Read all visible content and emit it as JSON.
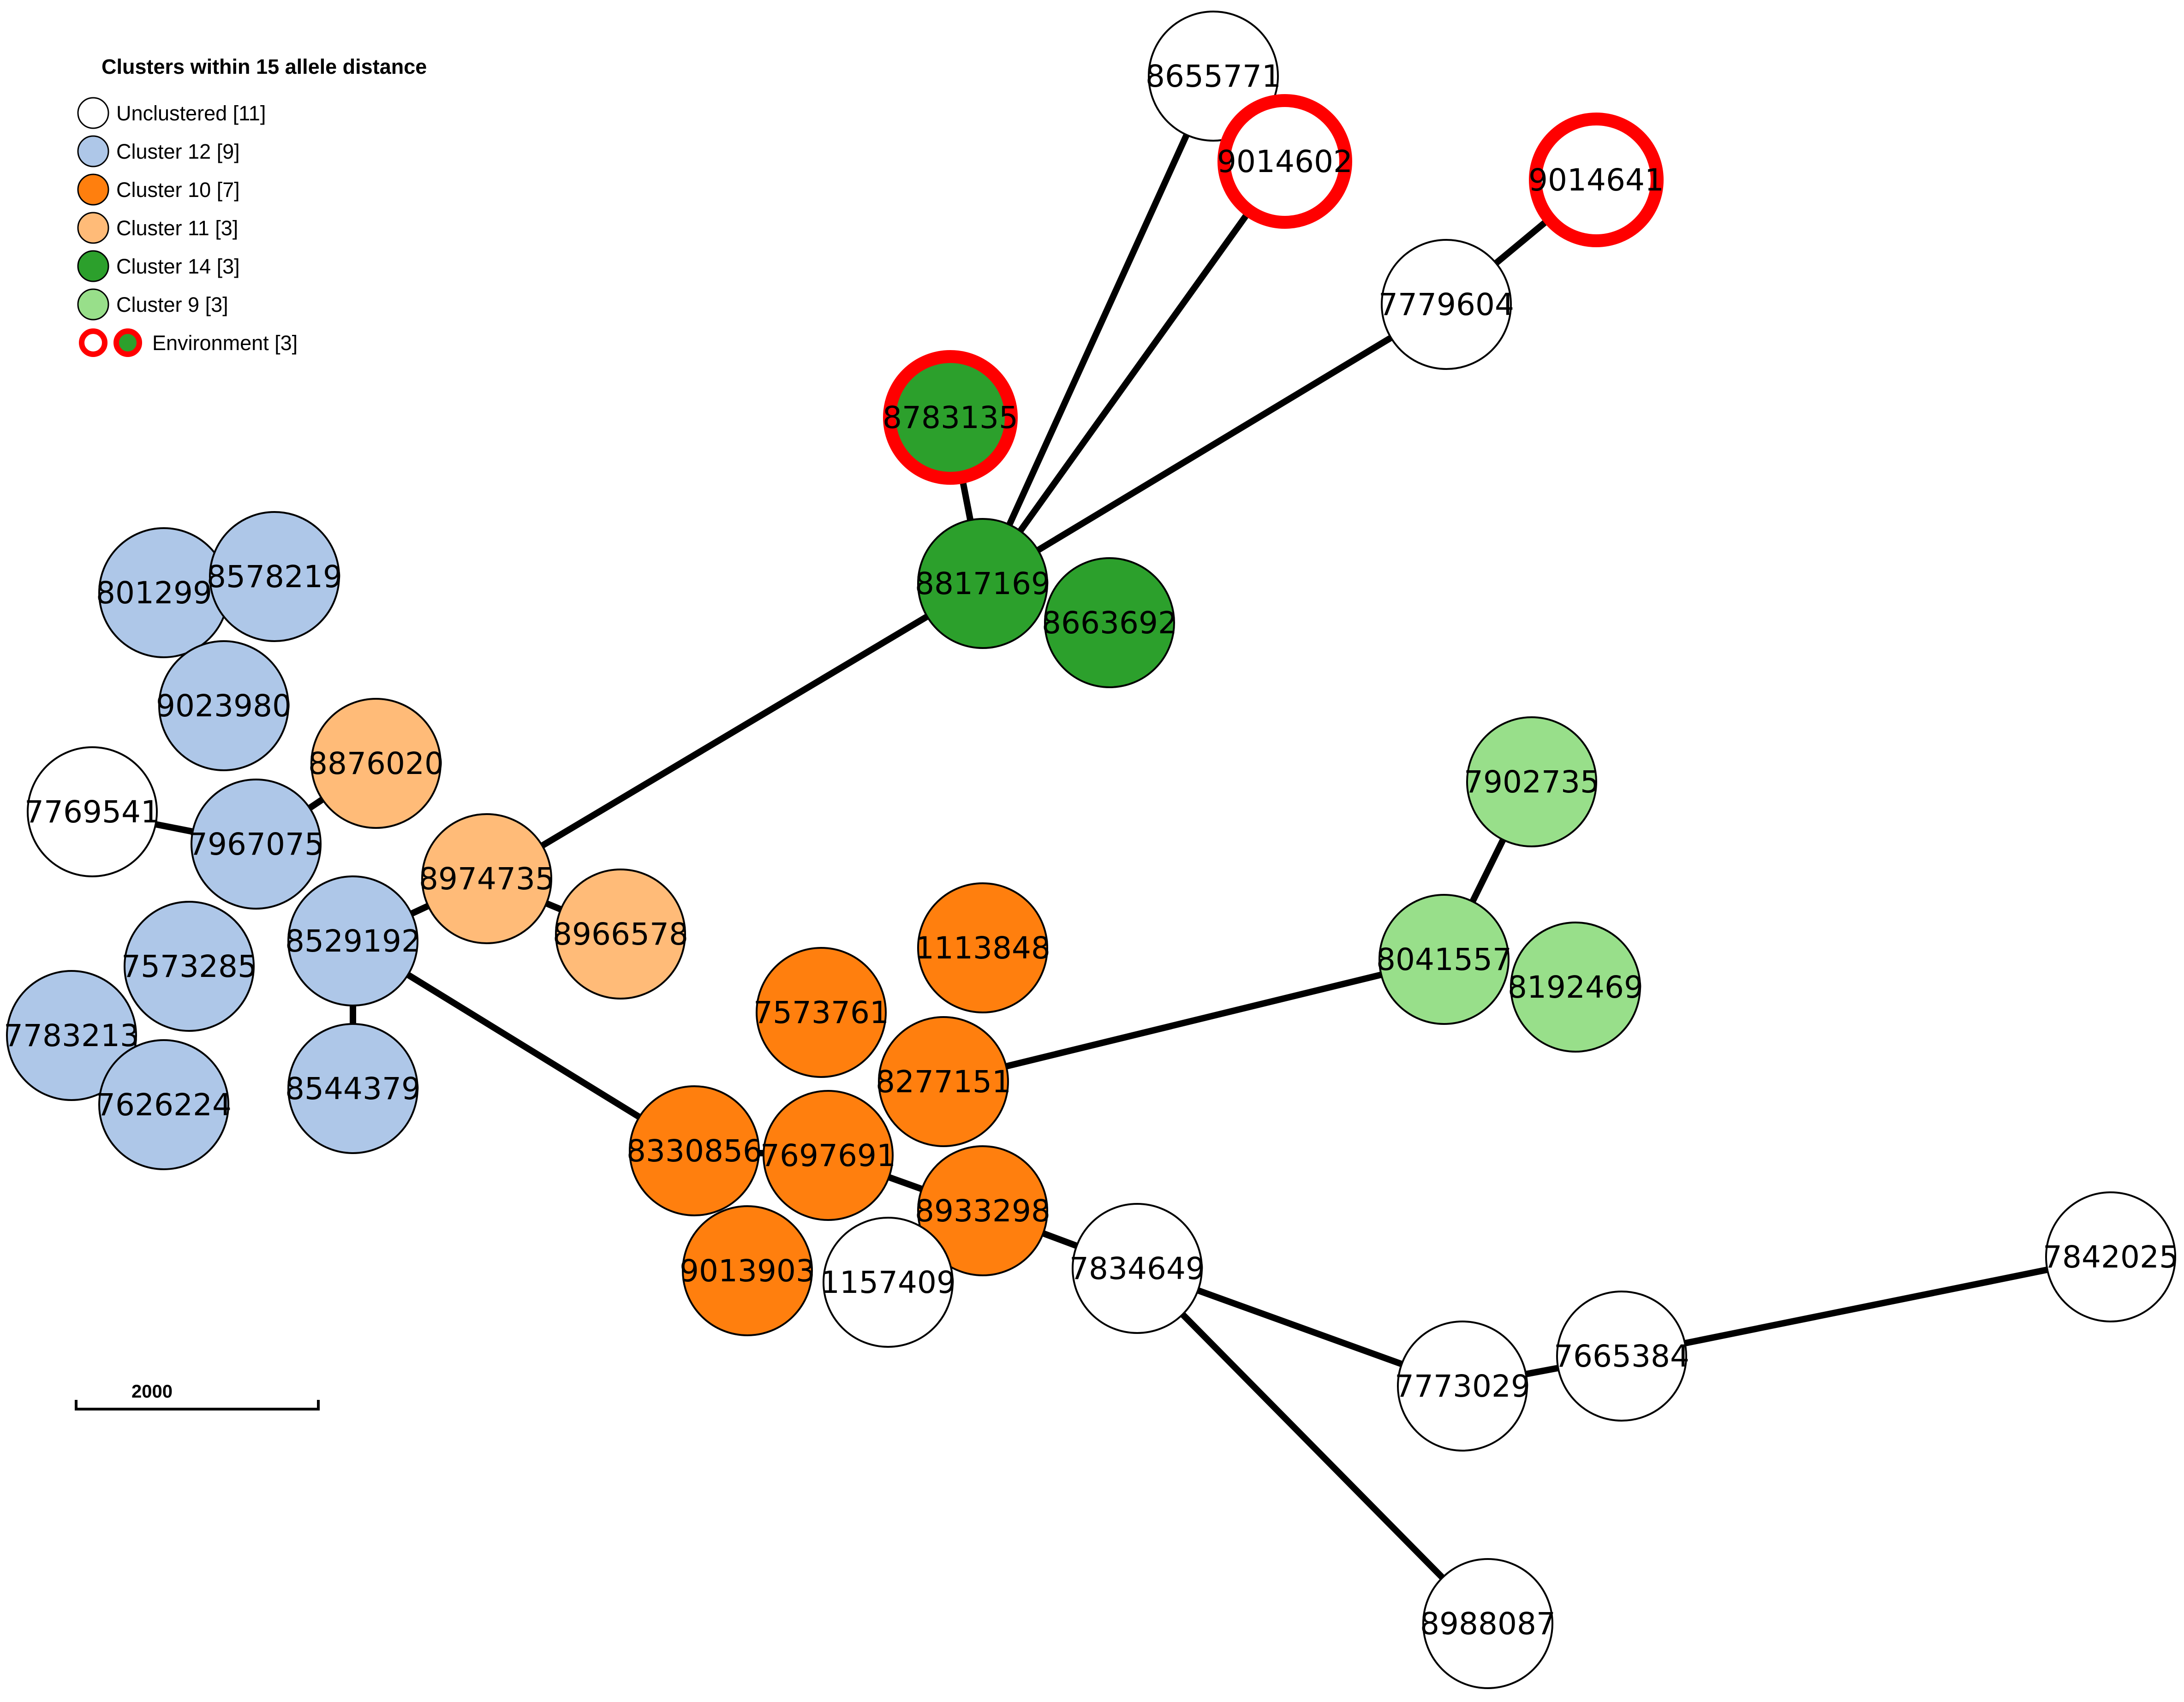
{
  "colors": {
    "unclustered": "#ffffff",
    "cluster12": "#aec7e8",
    "cluster10": "#ff7f0e",
    "cluster11": "#ffbb78",
    "cluster14": "#2ca02c",
    "cluster9": "#98df8a",
    "environment_ring": "#ff0000"
  },
  "legend": {
    "title": "Clusters within 15 allele distance",
    "items": [
      {
        "label": "Unclustered",
        "count": "[11]",
        "color": "unclustered"
      },
      {
        "label": "Cluster 12",
        "count": "[9]",
        "color": "cluster12"
      },
      {
        "label": "Cluster 10",
        "count": "[7]",
        "color": "cluster10"
      },
      {
        "label": "Cluster 11",
        "count": "[3]",
        "color": "cluster11"
      },
      {
        "label": "Cluster 14",
        "count": "[3]",
        "color": "cluster14"
      },
      {
        "label": "Cluster 9",
        "count": "[3]",
        "color": "cluster9"
      },
      {
        "label": "Environment",
        "count": "[3]",
        "color": "environment"
      }
    ]
  },
  "scale_bar": {
    "label": "2000"
  },
  "nodes": [
    {
      "id": "8655771",
      "group": "unclustered",
      "env": false
    },
    {
      "id": "9014602",
      "group": "unclustered",
      "env": true
    },
    {
      "id": "9014641",
      "group": "unclustered",
      "env": true
    },
    {
      "id": "7779604",
      "group": "unclustered",
      "env": false
    },
    {
      "id": "8783135",
      "group": "cluster14",
      "env": true
    },
    {
      "id": "8817169",
      "group": "cluster14",
      "env": false
    },
    {
      "id": "8663692",
      "group": "cluster14",
      "env": false
    },
    {
      "id": "8012996",
      "group": "cluster12",
      "env": false
    },
    {
      "id": "8578219",
      "group": "cluster12",
      "env": false
    },
    {
      "id": "9023980",
      "group": "cluster12",
      "env": false
    },
    {
      "id": "8876020",
      "group": "cluster11",
      "env": false
    },
    {
      "id": "7769541",
      "group": "unclustered",
      "env": false
    },
    {
      "id": "7967075",
      "group": "cluster12",
      "env": false
    },
    {
      "id": "8974735",
      "group": "cluster11",
      "env": false
    },
    {
      "id": "8966578",
      "group": "cluster11",
      "env": false
    },
    {
      "id": "8529192",
      "group": "cluster12",
      "env": false
    },
    {
      "id": "7573285",
      "group": "cluster12",
      "env": false
    },
    {
      "id": "7783213",
      "group": "cluster12",
      "env": false
    },
    {
      "id": "7626224",
      "group": "cluster12",
      "env": false
    },
    {
      "id": "8544379",
      "group": "cluster12",
      "env": false
    },
    {
      "id": "7902735",
      "group": "cluster9",
      "env": false
    },
    {
      "id": "8041557",
      "group": "cluster9",
      "env": false
    },
    {
      "id": "8192469",
      "group": "cluster9",
      "env": false
    },
    {
      "id": "1113848",
      "group": "cluster10",
      "env": false
    },
    {
      "id": "7573761",
      "group": "cluster10",
      "env": false
    },
    {
      "id": "8277151",
      "group": "cluster10",
      "env": false
    },
    {
      "id": "8330856",
      "group": "cluster10",
      "env": false
    },
    {
      "id": "7697691",
      "group": "cluster10",
      "env": false
    },
    {
      "id": "8933298",
      "group": "cluster10",
      "env": false
    },
    {
      "id": "9013903",
      "group": "cluster10",
      "env": false
    },
    {
      "id": "1157409",
      "group": "unclustered",
      "env": false
    },
    {
      "id": "7834649",
      "group": "unclustered",
      "env": false
    },
    {
      "id": "7773029",
      "group": "unclustered",
      "env": false
    },
    {
      "id": "7665384",
      "group": "unclustered",
      "env": false
    },
    {
      "id": "7842025",
      "group": "unclustered",
      "env": false
    },
    {
      "id": "8988087",
      "group": "unclustered",
      "env": false
    }
  ],
  "edges": [
    [
      "8817169",
      "8655771"
    ],
    [
      "8817169",
      "9014602"
    ],
    [
      "8817169",
      "7779604"
    ],
    [
      "7779604",
      "9014641"
    ],
    [
      "8817169",
      "8783135"
    ],
    [
      "8817169",
      "8974735"
    ],
    [
      "8974735",
      "8529192"
    ],
    [
      "8974735",
      "8966578"
    ],
    [
      "7967075",
      "7769541"
    ],
    [
      "7967075",
      "8876020"
    ],
    [
      "8529192",
      "8544379"
    ],
    [
      "8529192",
      "8330856"
    ],
    [
      "8330856",
      "7697691"
    ],
    [
      "7697691",
      "8933298"
    ],
    [
      "8933298",
      "7834649"
    ],
    [
      "8277151",
      "8041557"
    ],
    [
      "8041557",
      "7902735"
    ],
    [
      "7834649",
      "7773029"
    ],
    [
      "7773029",
      "7665384"
    ],
    [
      "7665384",
      "7842025"
    ],
    [
      "7834649",
      "8988087"
    ]
  ]
}
